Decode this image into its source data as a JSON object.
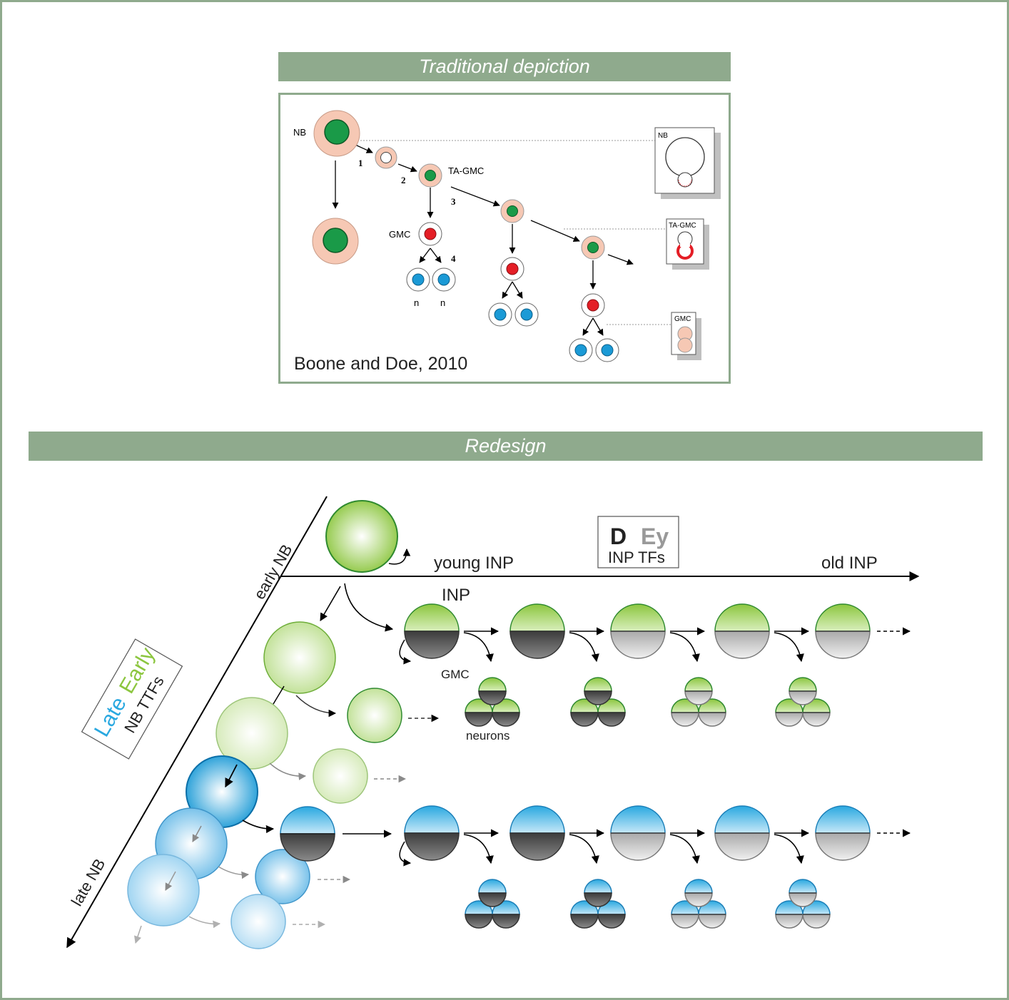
{
  "sections": {
    "traditional_title": "Traditional depiction",
    "redesign_title": "Redesign"
  },
  "traditional": {
    "labels": {
      "nb": "NB",
      "ta_gmc": "TA-GMC",
      "gmc": "GMC",
      "n1": "n",
      "n2": "n",
      "step1": "1",
      "step2": "2",
      "step3": "3",
      "step4": "4"
    },
    "legend": {
      "nb": "NB",
      "ta_gmc": "TA-GMC",
      "gmc": "GMC"
    },
    "citation": "Boone and Doe, 2010"
  },
  "redesign": {
    "axes": {
      "young_inp": "young INP",
      "old_inp": "old INP",
      "early_nb": "early NB",
      "late_nb": "late NB"
    },
    "inp_tfs_box": {
      "d": "D",
      "ey": "Ey",
      "caption": "INP TFs"
    },
    "nb_tfs_box": {
      "late": "Late",
      "early": "Early",
      "caption": "NB TTFs"
    },
    "labels": {
      "inp": "INP",
      "gmc": "GMC",
      "neurons": "neurons"
    }
  },
  "colors": {
    "accent_frame": "#8faa8d",
    "early_green": "#8cc63f",
    "late_blue": "#29a8e0",
    "dark_gray": "#5a5a5a",
    "light_gray": "#c8c8c8",
    "nb_peach": "#f6c8b4",
    "nucleus_green": "#1a9a48",
    "nucleus_red": "#e41e26",
    "nucleus_blue": "#1b9ad6"
  }
}
